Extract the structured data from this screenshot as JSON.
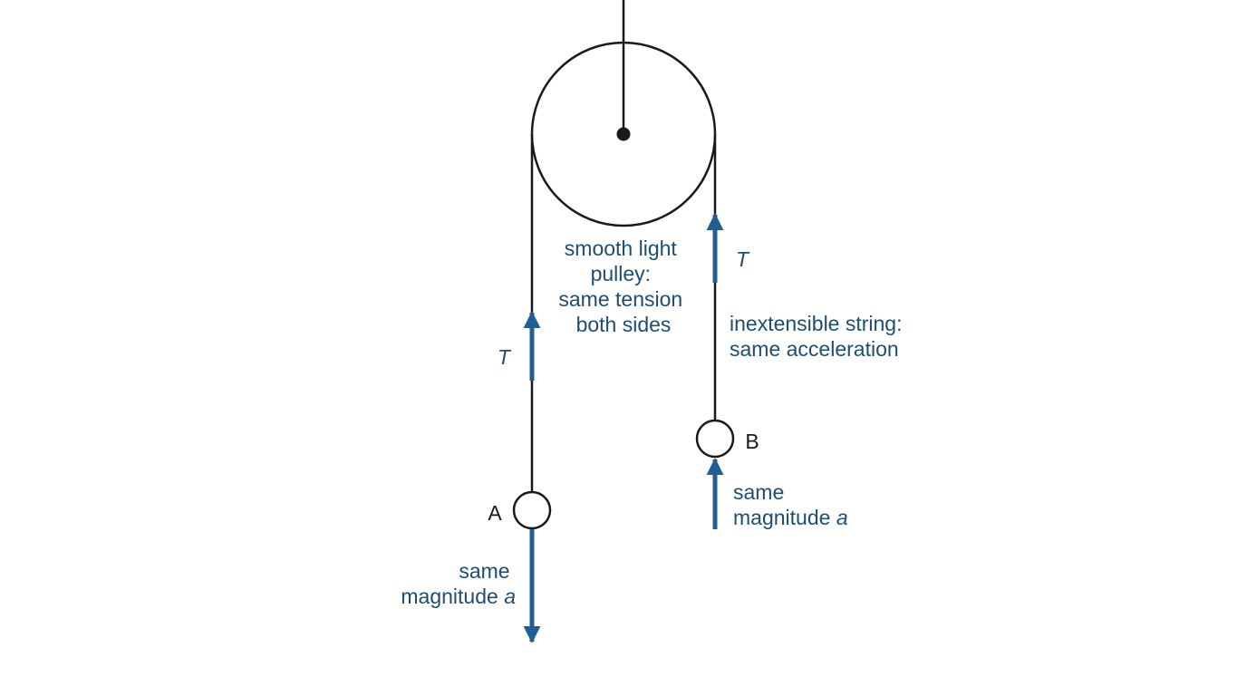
{
  "colors": {
    "line": "#1a1a1a",
    "arrow": "#1f5f96",
    "annotation_text": "#1e4d73",
    "mass_label": "#1a1a1a",
    "background": "#ffffff"
  },
  "pulley": {
    "note_lines": [
      "smooth light",
      "pulley:",
      "same tension",
      "both sides"
    ]
  },
  "string": {
    "note_lines": [
      "inextensible string:",
      "same acceleration"
    ]
  },
  "tension_left": {
    "symbol": "T"
  },
  "tension_right": {
    "symbol": "T"
  },
  "mass_a": {
    "label": "A",
    "accel_line1": "same",
    "accel_word": "magnitude",
    "accel_symbol": "a"
  },
  "mass_b": {
    "label": "B",
    "accel_line1": "same",
    "accel_word": "magnitude",
    "accel_symbol": "a"
  }
}
